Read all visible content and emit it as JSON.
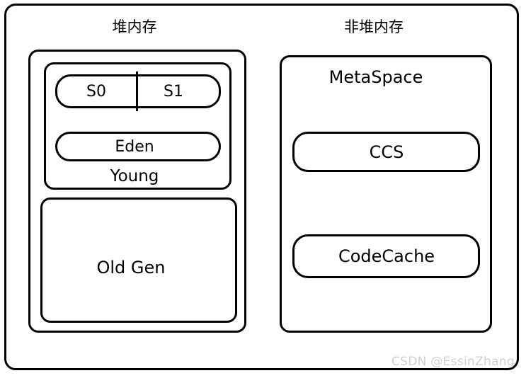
{
  "diagram": {
    "title_left": "堆内存",
    "title_right": "非堆内存",
    "heap": {
      "young": {
        "label": "Young",
        "survivor0": "S0",
        "survivor1": "S1",
        "eden": "Eden"
      },
      "old_gen": "Old Gen"
    },
    "non_heap": {
      "metaspace": "MetaSpace",
      "ccs": "CCS",
      "code_cache": "CodeCache"
    }
  },
  "watermark": "CSDN @EssinZhang",
  "colors": {
    "stroke": "#000000",
    "background": "#ffffff",
    "text": "#000000",
    "watermark": "#d0d0d0"
  }
}
